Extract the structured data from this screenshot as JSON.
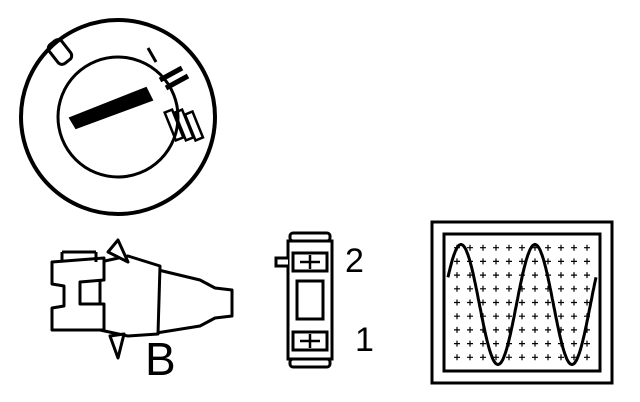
{
  "labels": {
    "connector": "B",
    "switch_top": "2",
    "switch_bottom": "1"
  },
  "icons": {
    "ignition": "ignition-switch-icon",
    "connector": "connector-plug-icon",
    "switch": "two-position-switch-icon",
    "oscilloscope": "oscilloscope-icon"
  },
  "colors": {
    "ink": "#000000",
    "paper": "#ffffff"
  }
}
